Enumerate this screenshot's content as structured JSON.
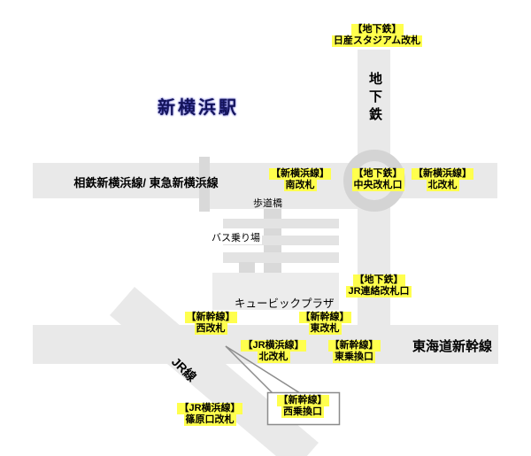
{
  "title": "新横浜駅",
  "theme": {
    "band": "#e9e9e9",
    "band_dark": "#d9d9d9",
    "band_light": "#e3e3e3",
    "block": "#ececec",
    "ring": "#d4d4d4",
    "highlight": "#ffff4d",
    "title_color": "#14145a",
    "callout_border": "#8c8c8c"
  },
  "lines": {
    "sotetsu_tokyu": "相鉄新横浜線/ 東急新横浜線",
    "subway_vertical": "地下鉄",
    "tokaido_shinkansen": "東海道新幹線",
    "jr_line": "JR線"
  },
  "places": {
    "pedestrian_bridge": "歩道橋",
    "bus_stop": "バス乗り場",
    "cubic_plaza": "キュービックプラザ"
  },
  "gates": [
    {
      "id": "subway-nissan-stadium",
      "line1": "【地下鉄】",
      "line2": "日産スタジアム改札"
    },
    {
      "id": "shinyokohama-south",
      "line1": "【新横浜線】",
      "line2": "南改札"
    },
    {
      "id": "subway-central",
      "line1": "【地下鉄】",
      "line2": "中央改札口"
    },
    {
      "id": "shinyokohama-north",
      "line1": "【新横浜線】",
      "line2": "北改札"
    },
    {
      "id": "subway-jr-connect",
      "line1": "【地下鉄】",
      "line2": "JR連絡改札口"
    },
    {
      "id": "shinkansen-west",
      "line1": "【新幹線】",
      "line2": "西改札"
    },
    {
      "id": "shinkansen-east",
      "line1": "【新幹線】",
      "line2": "東改札"
    },
    {
      "id": "jr-yokohama-north",
      "line1": "【JR横浜線】",
      "line2": "北改札"
    },
    {
      "id": "shinkansen-east-transfer",
      "line1": "【新幹線】",
      "line2": "東乗換口"
    },
    {
      "id": "jr-yokohama-shinohara",
      "line1": "【JR横浜線】",
      "line2": "篠原口改札"
    }
  ],
  "callout": {
    "line1": "【新幹線】",
    "line2": "西乗換口"
  }
}
